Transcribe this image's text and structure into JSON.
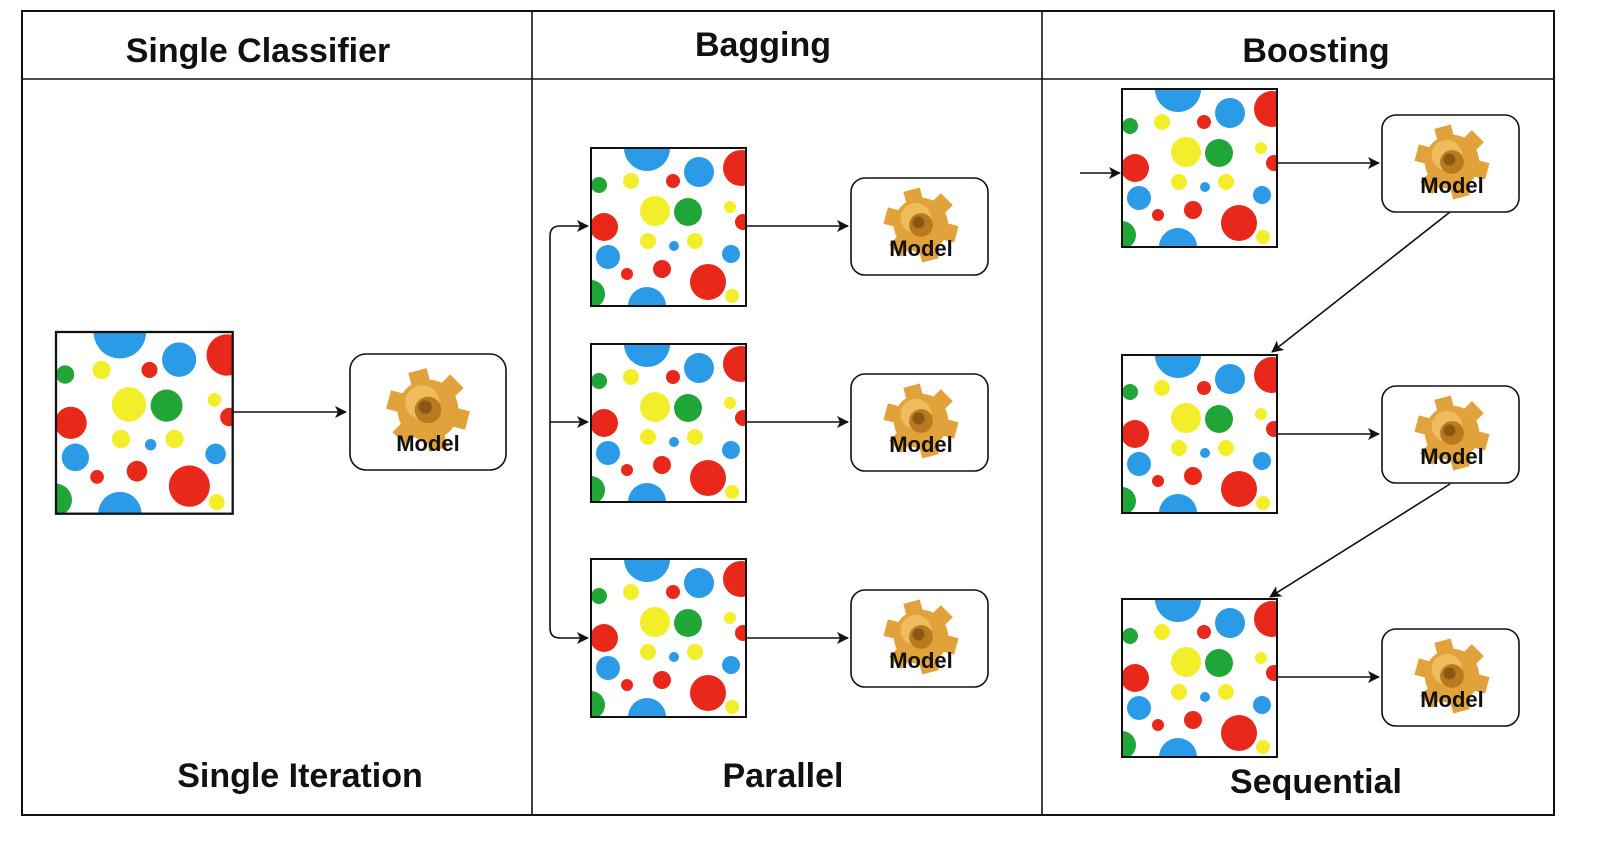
{
  "columns": [
    {
      "header": "Single Classifier",
      "footer": "Single Iteration"
    },
    {
      "header": "Bagging",
      "footer": "Parallel"
    },
    {
      "header": "Boosting",
      "footer": "Sequential"
    }
  ],
  "model_label": "Model",
  "colors": {
    "border": "#111111",
    "dot_blue": "#2b9be8",
    "dot_red": "#e8281a",
    "dot_green": "#1fa637",
    "dot_yellow": "#f2ef2a",
    "gear": "#e2a23b",
    "gear_dark": "#b9791f",
    "gear_light": "#f8d27a"
  },
  "icons": {
    "dataset": "dataset-dots-icon",
    "model": "gear-icon"
  }
}
